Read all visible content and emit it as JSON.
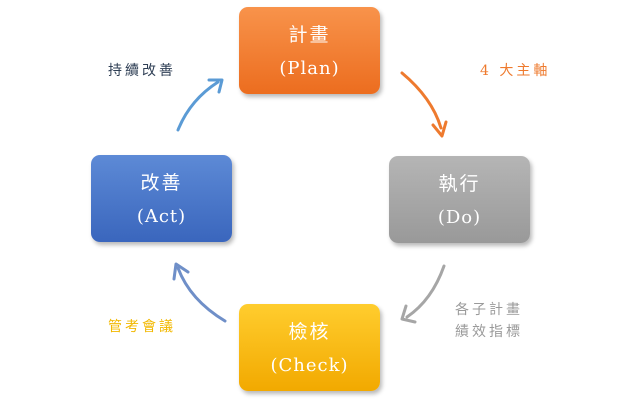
{
  "nodes": {
    "plan": {
      "title": "計畫",
      "sub": "(Plan)",
      "color": "#f07f32"
    },
    "do": {
      "title": "執行",
      "sub": "(Do)",
      "color": "#a6a6a6"
    },
    "check": {
      "title": "檢核",
      "sub": "(Check)",
      "color": "#fbbd17"
    },
    "act": {
      "title": "改善",
      "sub": "(Act)",
      "color": "#4a77c9"
    }
  },
  "labels": {
    "continuous_improvement": "持續改善",
    "four_axes": "4 大主軸",
    "management_meeting": "管考會議",
    "sub_plan_line1": "各子計畫",
    "sub_plan_line2": "績效指標"
  },
  "arrows": {
    "plan_to_do": {
      "color": "#ee7a2e"
    },
    "do_to_check": {
      "color": "#a6a6a6"
    },
    "check_to_act": {
      "color": "#6f8fc8"
    },
    "act_to_plan": {
      "color": "#5b9bd5"
    }
  }
}
